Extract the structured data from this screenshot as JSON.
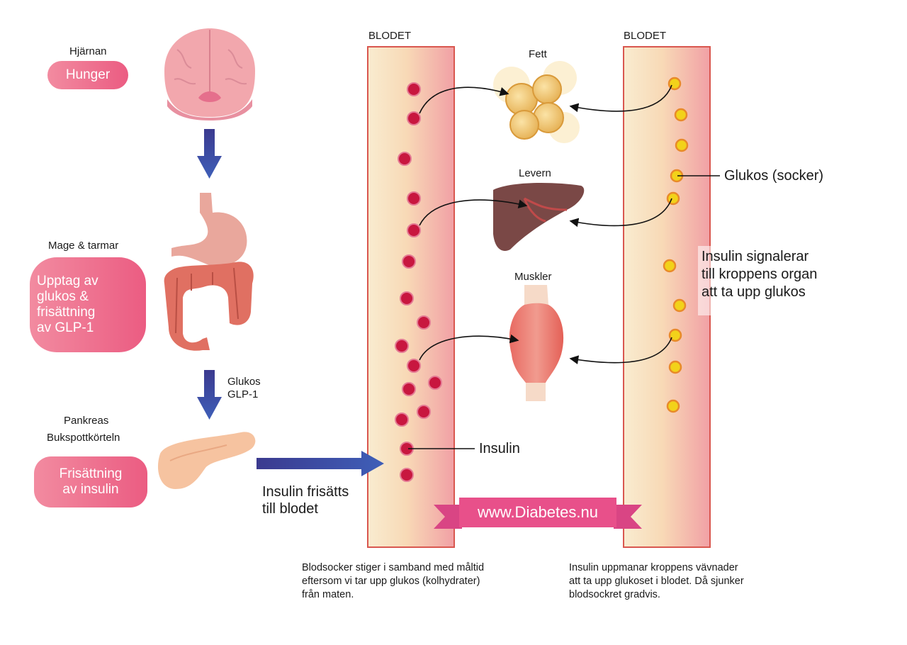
{
  "blood_label_left": "BLODET",
  "blood_label_right": "BLODET",
  "left_column": {
    "brain_label": "Hjärnan",
    "brain_pill": "Hunger",
    "gut_label": "Mage & tarmar",
    "gut_pill": "Upptag av\nglukos &\nfrisättning\nav GLP-1",
    "arrow2_label": "Glukos\nGLP-1",
    "pancreas_label_1": "Pankreas",
    "pancreas_label_2": "Bukspottkörteln",
    "pancreas_pill": "Frisättning\nav insulin"
  },
  "release_caption": "Insulin frisätts\ntill blodet",
  "organs": {
    "fat": "Fett",
    "liver": "Levern",
    "muscle": "Muskler"
  },
  "callouts": {
    "insulin": "Insulin",
    "glucose": "Glukos (socker)",
    "signal": "Insulin signalerar\ntill kroppens organ\natt ta upp glukos"
  },
  "banner": "www.Diabetes.nu",
  "captions": {
    "left": "Blodsocker stiger i samband med måltid\neftersom vi tar upp glukos (kolhydrater)\nfrån maten.",
    "right": "Insulin uppmanar kroppens vävnader\natt ta upp glukoset i blodet. Då sjunker\nblodsockret gradvis."
  },
  "colors": {
    "insulin_dot": "#c8173f",
    "glucose_dot": "#f2d21a",
    "vessel_left": "#f9e9c8",
    "vessel_right": "#f2a3a6",
    "pill_pink": "#eb5c82",
    "arrow_blue": "#3a3f9c",
    "banner_pink": "#e8508a"
  }
}
